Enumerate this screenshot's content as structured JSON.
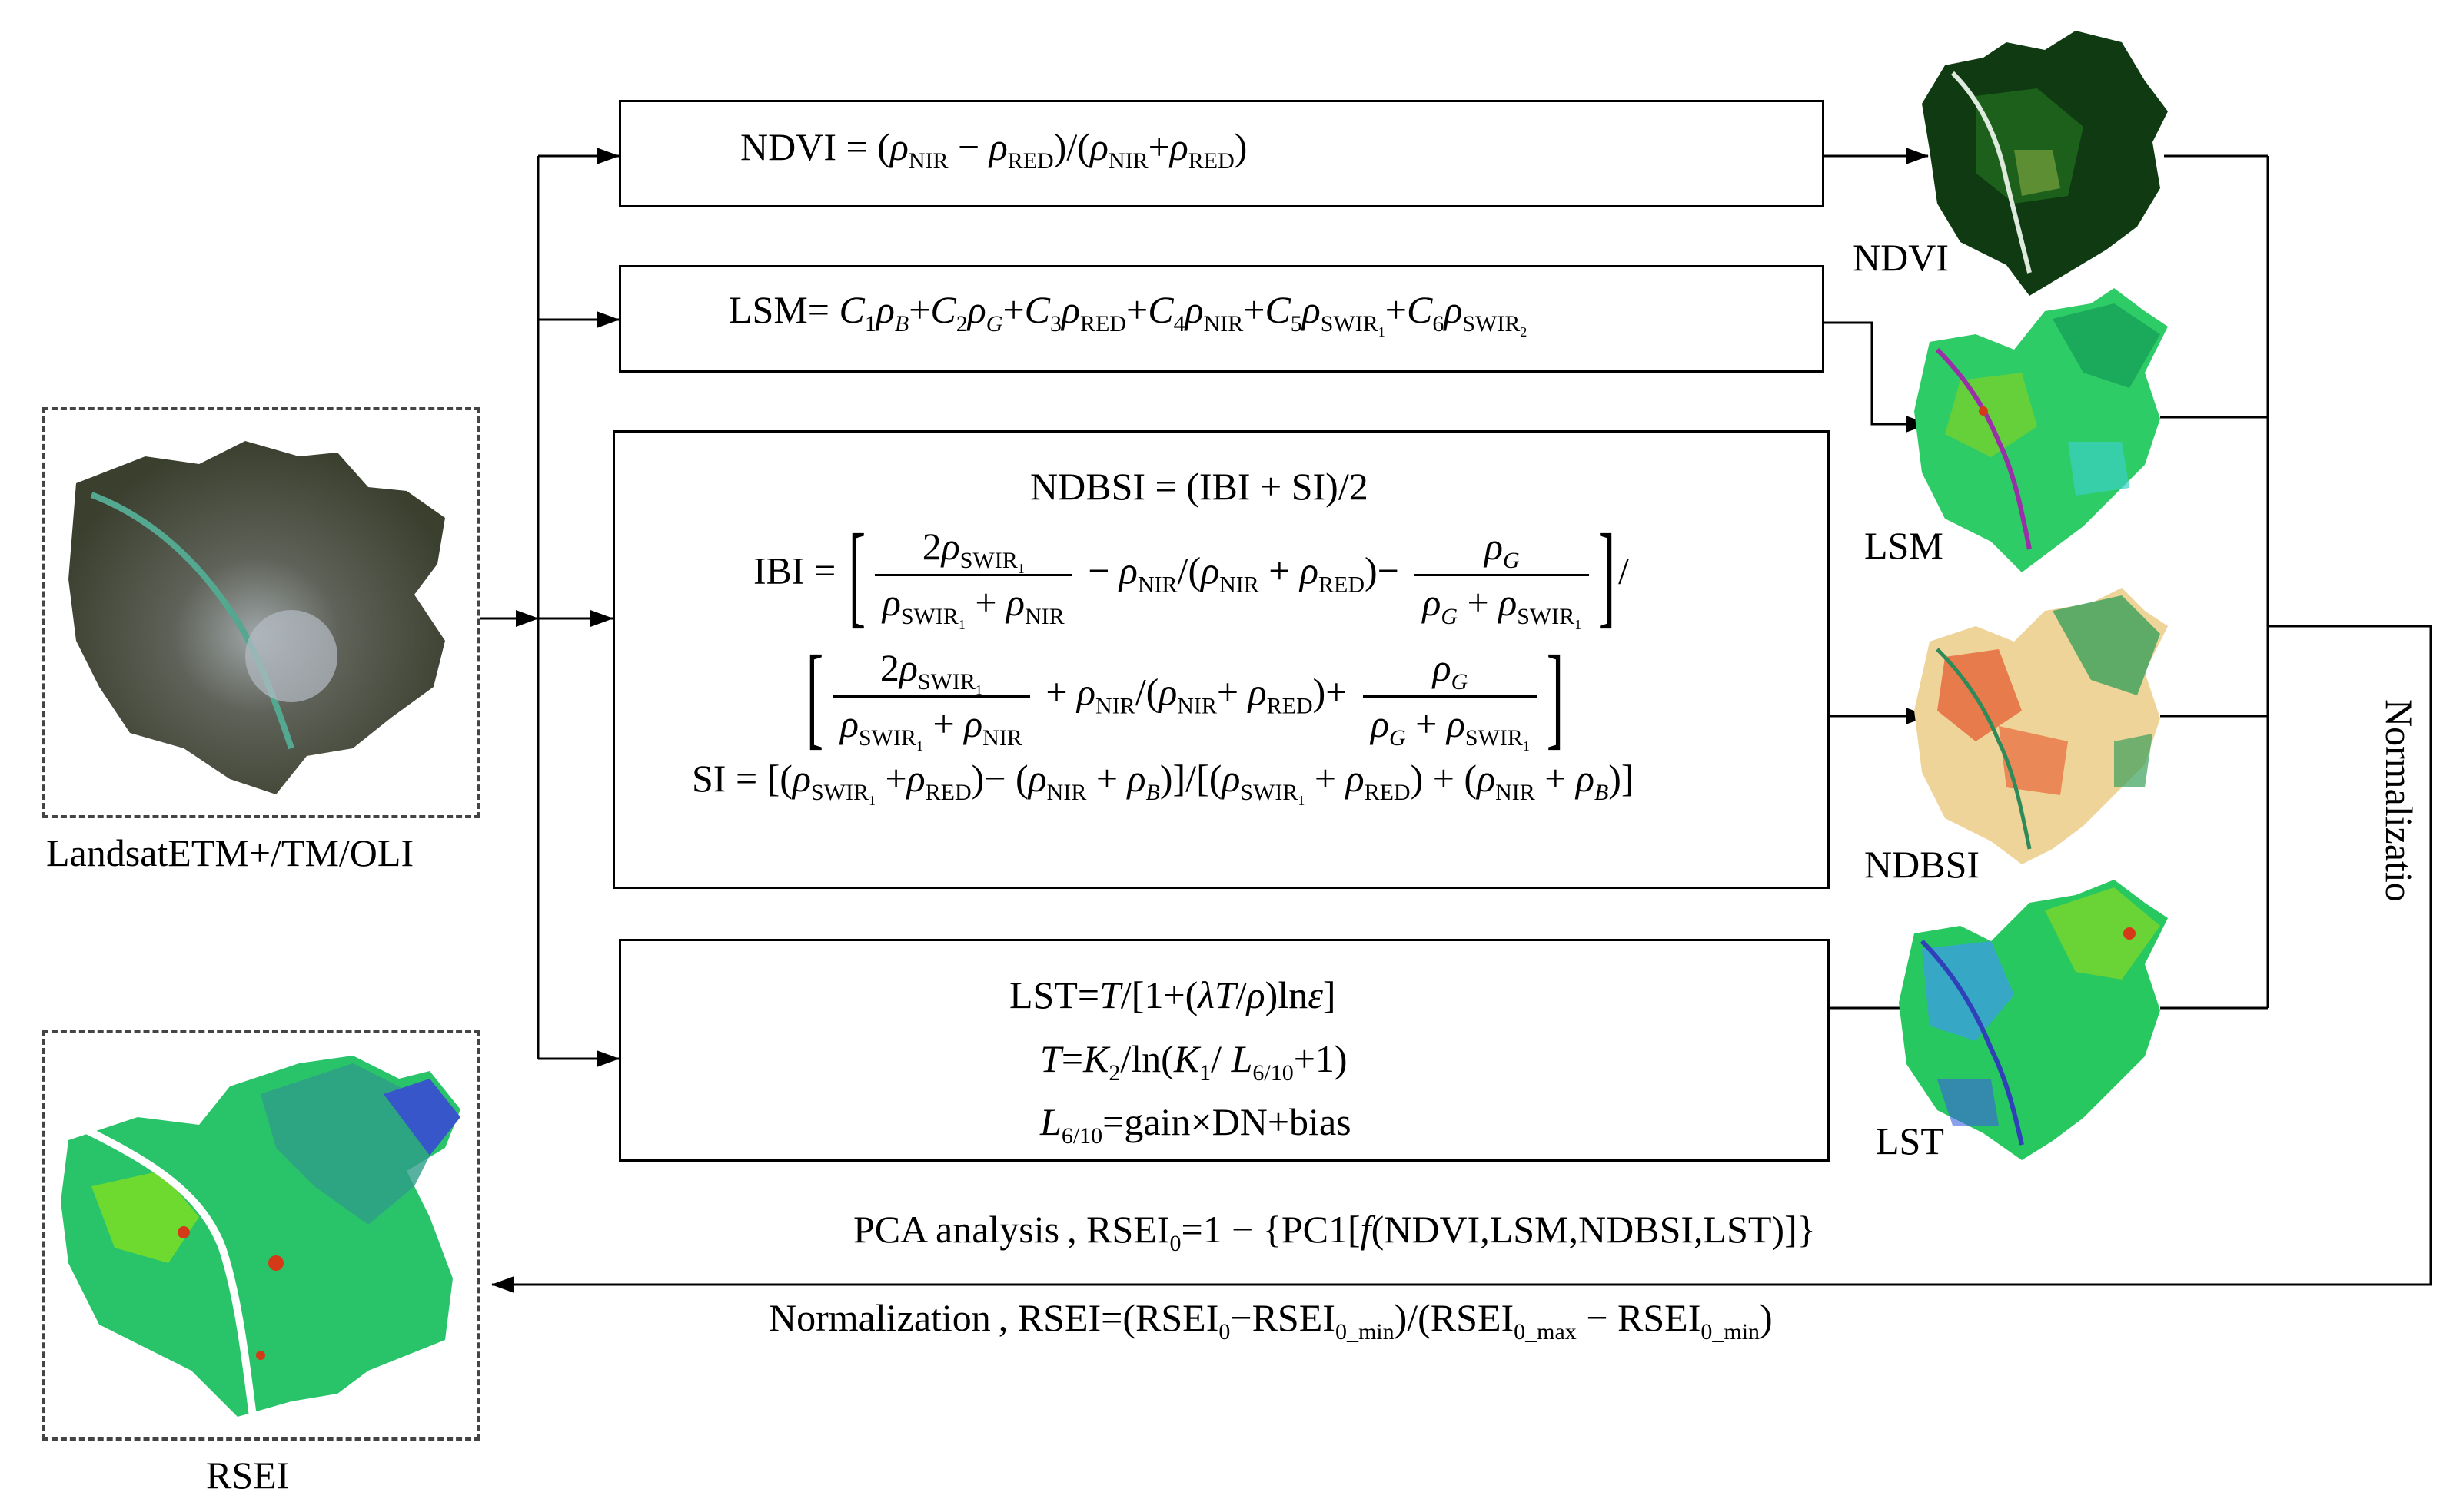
{
  "inputs": {
    "landsat_label": "LandsatETM+/TM/OLI",
    "rsei_label": "RSEI"
  },
  "maps": {
    "ndvi_label": "NDVI",
    "lsm_label": "LSM",
    "ndbsi_label": "NDBSI",
    "lst_label": "LST"
  },
  "side_label": "Normalizatio",
  "formulas": {
    "ndvi": {
      "lhs": "NDVI = "
    },
    "lsm": {
      "lhs": "LSM= "
    },
    "ndbsi": {
      "head": "NDBSI = (IBI + SI)/2",
      "ibi_lhs": "IBI = ",
      "si_lhs": "SI = "
    },
    "lst": {
      "line1_lhs": "LST="
    }
  },
  "pca_line": {
    "prefix": "PCA  analysis ,  "
  },
  "norm_line": {
    "prefix": "Normalization ,  "
  },
  "colors": {
    "line": "#000000",
    "dash": "#444444"
  }
}
